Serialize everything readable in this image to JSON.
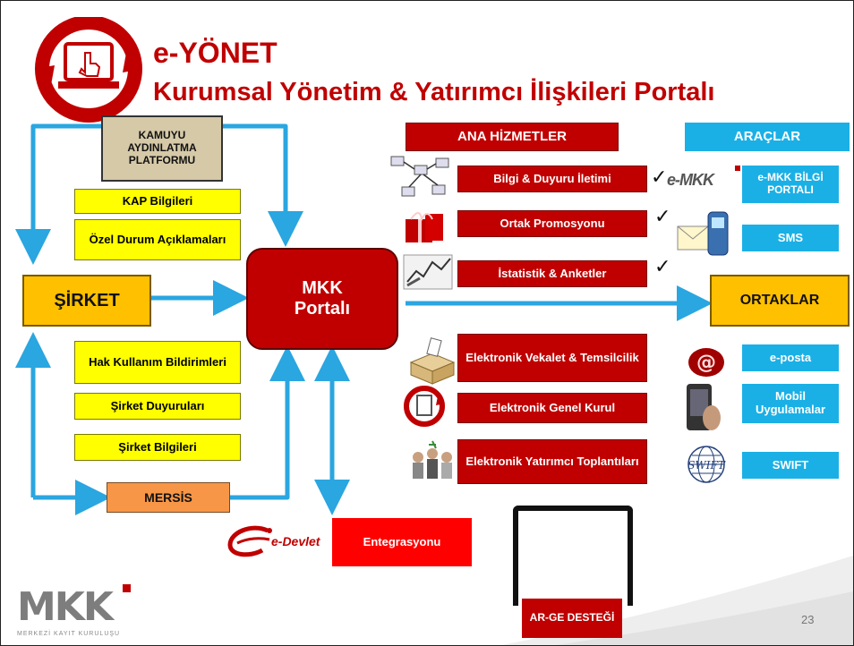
{
  "header": {
    "title": "e-YÖNET",
    "subtitle": "Kurumsal Yönetim & Yatırımcı İlişkileri Portalı"
  },
  "left": {
    "kap": "KAMUYU AYDINLATMA PLATFORMU",
    "kap_bilgileri": "KAP Bilgileri",
    "ozel_durum": "Özel Durum Açıklamaları",
    "sirket": "ŞİRKET",
    "hak_kullanim": "Hak Kullanım Bildirimleri",
    "sirket_duyurulari": "Şirket Duyuruları",
    "sirket_bilgileri": "Şirket Bilgileri",
    "mersis": "MERSİS"
  },
  "center": {
    "portal": "MKK Portalı",
    "edevlet": "e-Devlet",
    "entegrasyon": "Entegrasyonu",
    "arge": "AR-GE DESTEĞİ"
  },
  "services": {
    "header": "ANA HİZMETLER",
    "items": [
      "Bilgi & Duyuru İletimi",
      "Ortak Promosyonu",
      "İstatistik & Anketler",
      "Elektronik Vekalet & Temsilcilik",
      "Elektronik Genel Kurul",
      "Elektronik Yatırımcı Toplantıları"
    ],
    "checkmark": "✓"
  },
  "tools": {
    "header": "ARAÇLAR",
    "mkk_logo_small": "e-MKK",
    "items": [
      "e-MKK BİLGİ PORTALI",
      "SMS",
      "e-posta",
      "Mobil Uygulamalar",
      "SWIFT"
    ],
    "ortaklar": "ORTAKLAR",
    "swift_logo": "SWIFT"
  },
  "footer": {
    "logo": "MKK",
    "logo_sub": "MERKEZİ KAYIT KURULUŞU",
    "page_number": "23"
  },
  "colors": {
    "red": "#c00000",
    "blue": "#1ab0e6",
    "yellow": "#ffff00",
    "tan": "#d5c9a8",
    "orange": "#f79646",
    "arrow": "#2aa6e0"
  }
}
